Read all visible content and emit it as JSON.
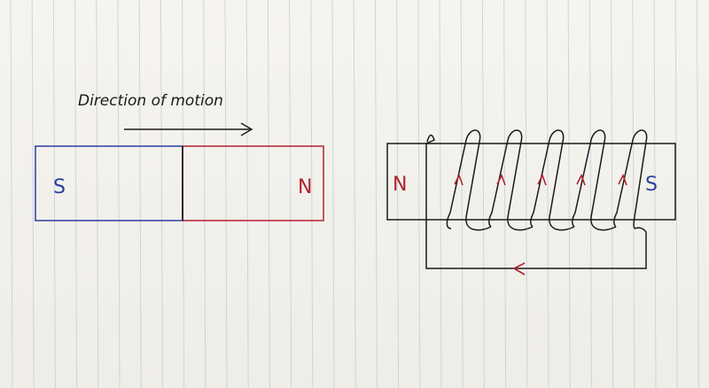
{
  "caption": "Direction of motion",
  "bar_magnet": {
    "south_label": "S",
    "north_label": "N"
  },
  "electromagnet": {
    "north_label": "N",
    "south_label": "S"
  },
  "colors": {
    "paper": "#f4f2ed",
    "ruled_line": "#b9cde0",
    "ink_black": "#1a1a1a",
    "ink_blue": "#2b3f9e",
    "ink_red": "#b0232e"
  }
}
